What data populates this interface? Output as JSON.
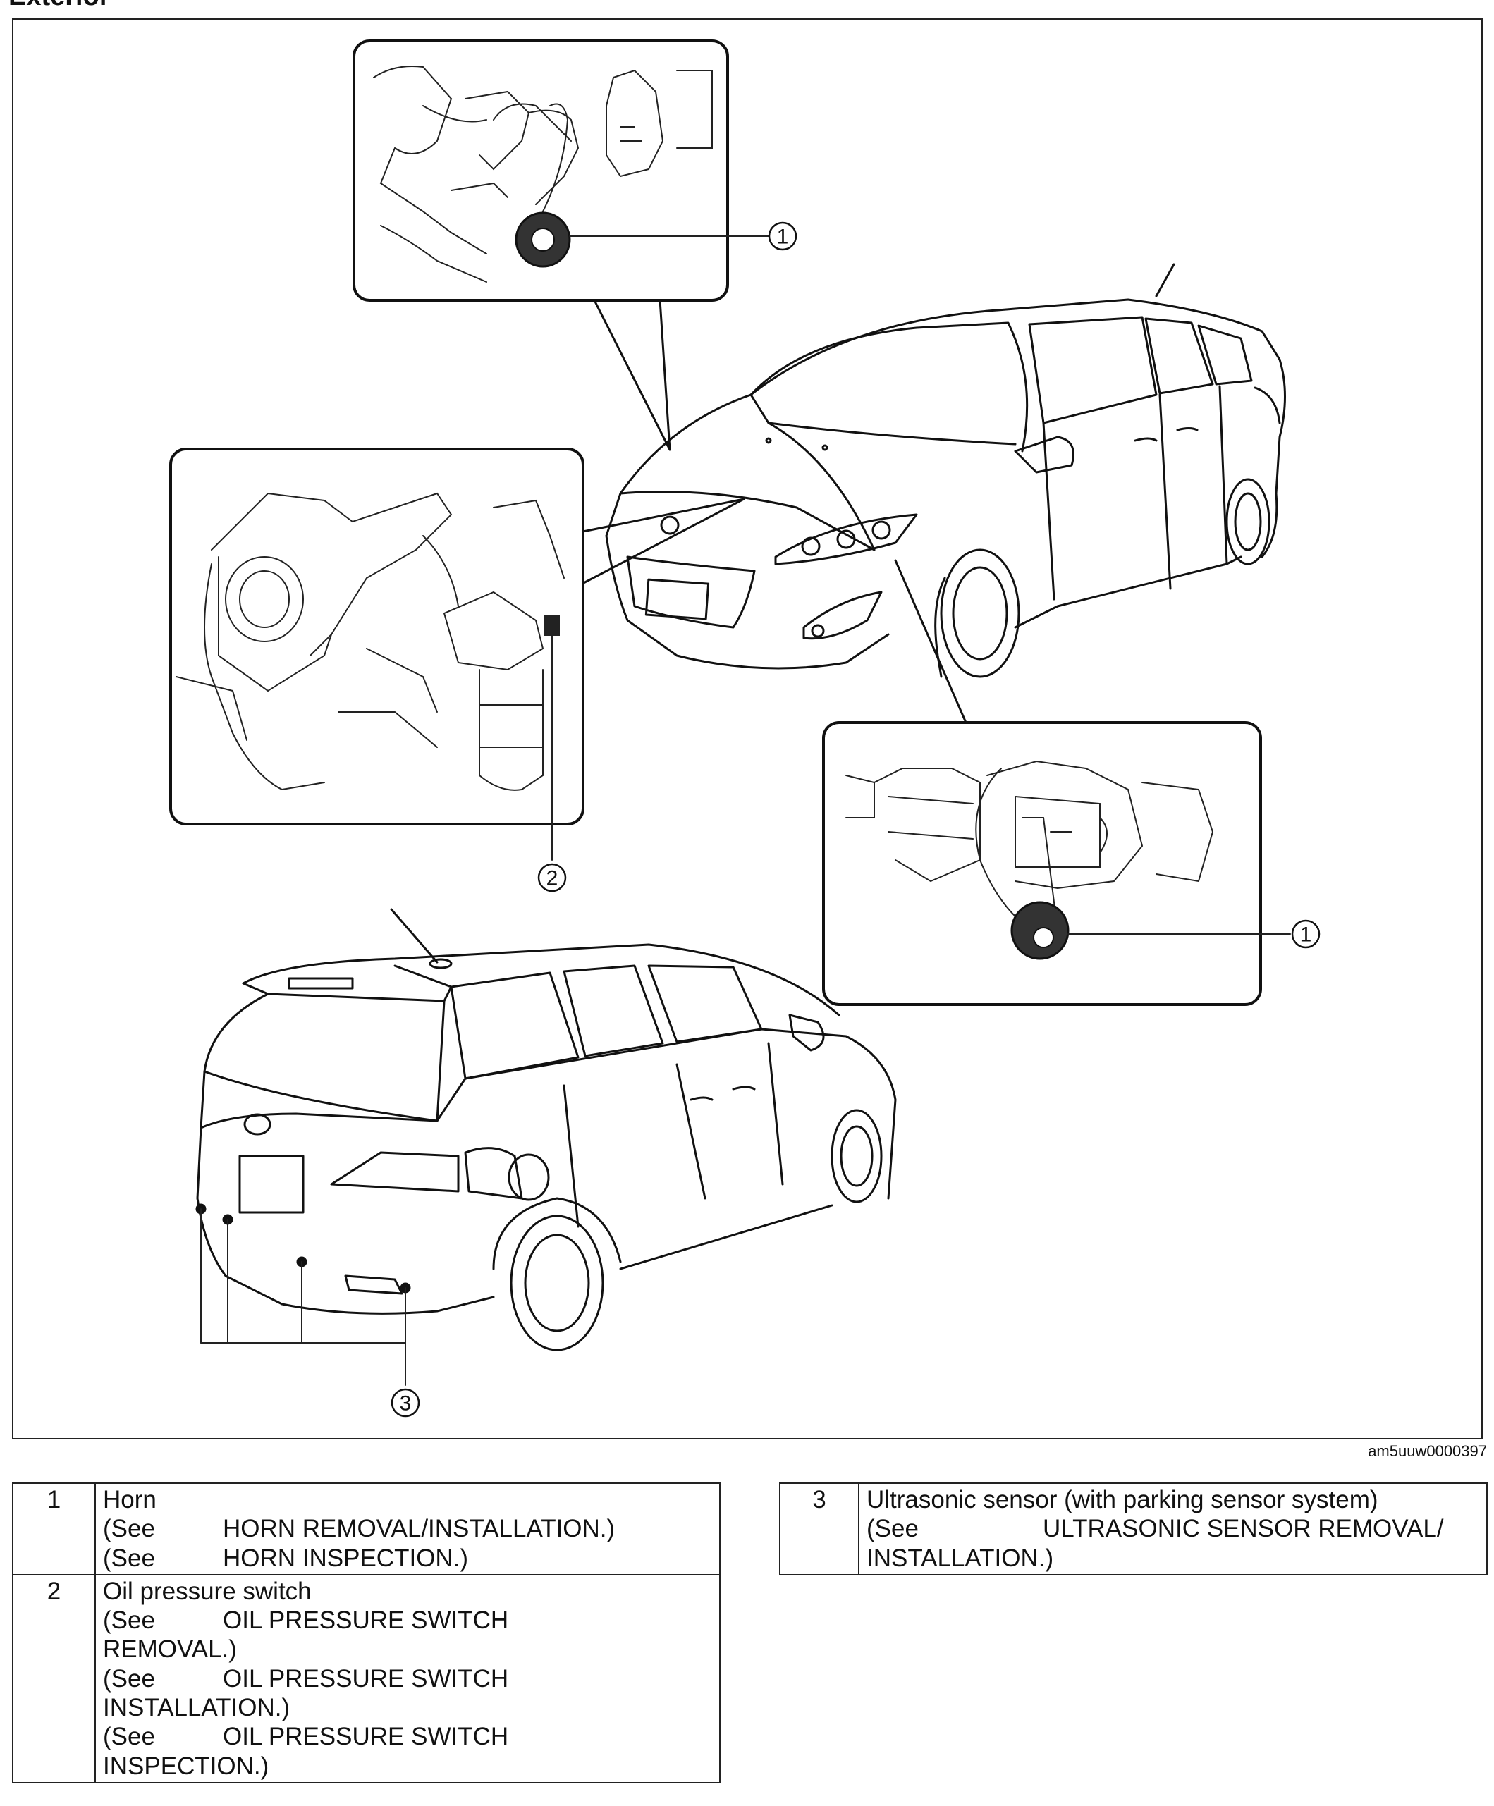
{
  "page": {
    "title": "Exterior",
    "figure_id": "am5uuw0000397"
  },
  "callouts": [
    {
      "number": "1",
      "target": "horn (upper left view)"
    },
    {
      "number": "2",
      "target": "oil pressure switch"
    },
    {
      "number": "1",
      "target": "horn (right view)"
    },
    {
      "number": "3",
      "target": "ultrasonic sensor"
    }
  ],
  "legend": [
    {
      "number": "1",
      "name": "Horn",
      "refs": [
        {
          "prefix": "(See",
          "text": "HORN REMOVAL/INSTALLATION.)"
        },
        {
          "prefix": "(See",
          "text": "HORN INSPECTION.)"
        }
      ]
    },
    {
      "number": "2",
      "name": "Oil pressure switch",
      "refs": [
        {
          "prefix": "(See",
          "text": "OIL PRESSURE SWITCH",
          "cont": "REMOVAL.)"
        },
        {
          "prefix": "(See",
          "text": "OIL PRESSURE SWITCH",
          "cont": "INSTALLATION.)"
        },
        {
          "prefix": "(See",
          "text": "OIL PRESSURE SWITCH",
          "cont": "INSPECTION.)"
        }
      ]
    },
    {
      "number": "3",
      "name": "Ultrasonic sensor (with parking sensor system)",
      "refs": [
        {
          "prefix": "(See",
          "text": "ULTRASONIC SENSOR REMOVAL/",
          "cont": "INSTALLATION.)"
        }
      ]
    }
  ]
}
